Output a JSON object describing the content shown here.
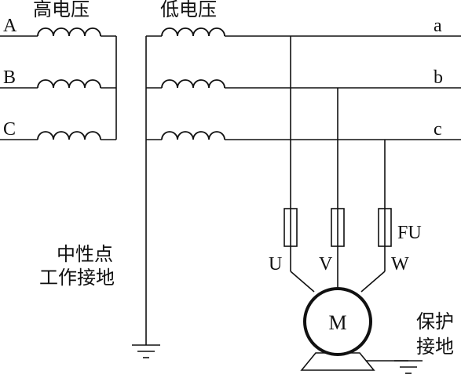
{
  "labels": {
    "high_voltage": "高电压",
    "low_voltage": "低电压",
    "primary_phases": [
      "A",
      "B",
      "C"
    ],
    "secondary_phases": [
      "a",
      "b",
      "c"
    ],
    "neutral_grounding_line1": "中性点",
    "neutral_grounding_line2": "工作接地",
    "protective_grounding_line1": "保护",
    "protective_grounding_line2": "接地",
    "fuse": "FU",
    "motor_terminals": [
      "U",
      "V",
      "W"
    ],
    "motor": "M"
  }
}
